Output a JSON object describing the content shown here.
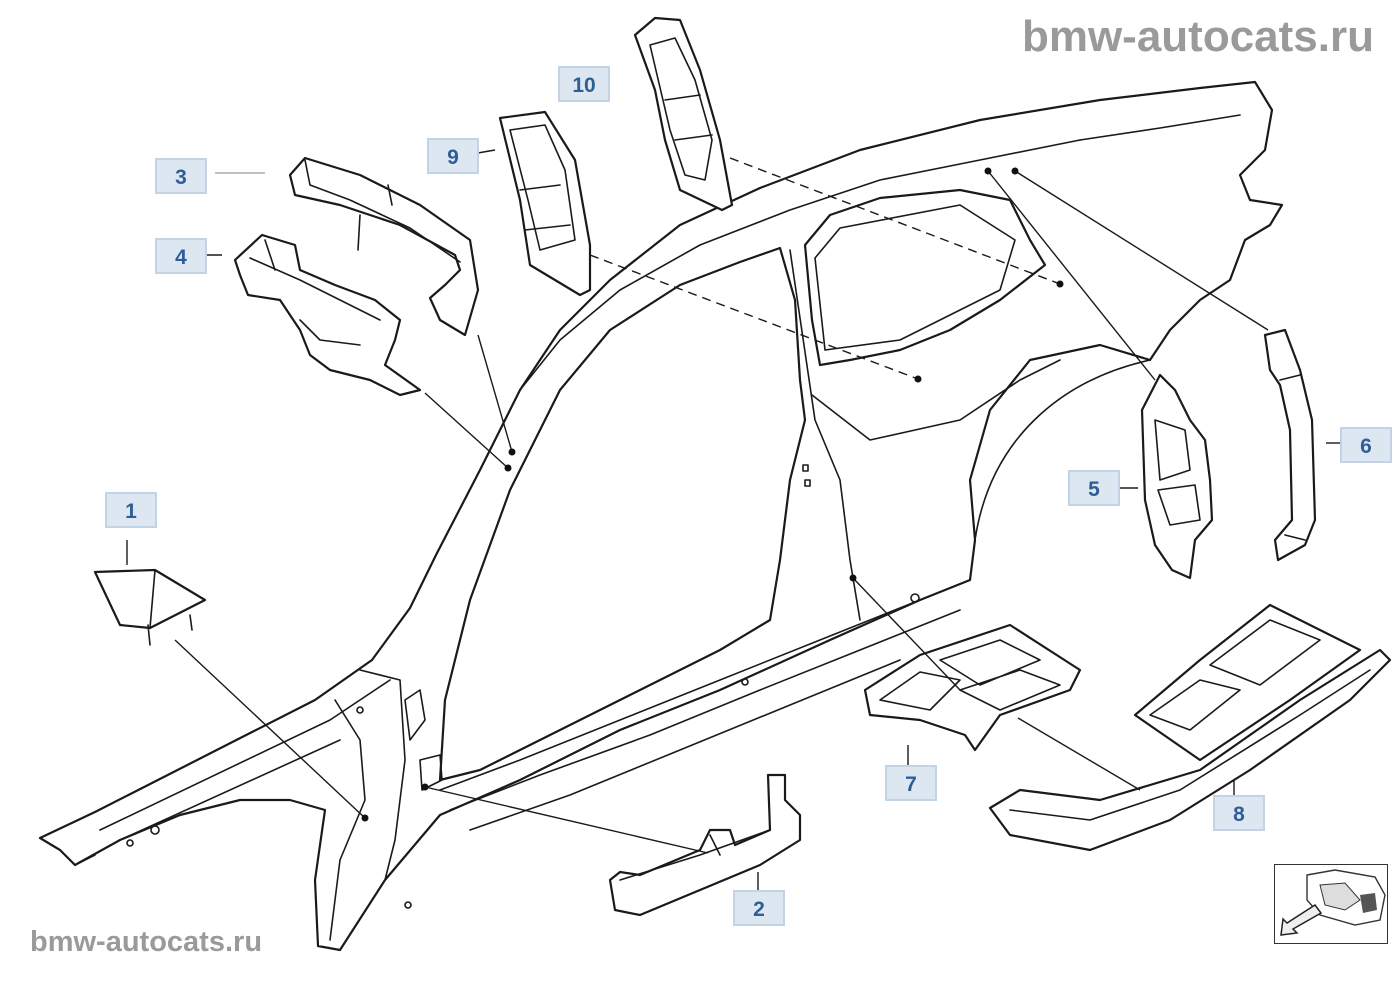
{
  "watermarks": {
    "top": "bmw-autocats.ru",
    "bottom": "bmw-autocats.ru"
  },
  "callouts": [
    {
      "label": "1"
    },
    {
      "label": "2"
    },
    {
      "label": "3"
    },
    {
      "label": "4"
    },
    {
      "label": "5"
    },
    {
      "label": "6"
    },
    {
      "label": "7"
    },
    {
      "label": "8"
    },
    {
      "label": "9"
    },
    {
      "label": "10"
    }
  ],
  "icons": {
    "view_direction": "arrow-view-icon"
  },
  "colors": {
    "callout_bg": "#dde7f2",
    "callout_text": "#2f5e97",
    "watermark": "#9a9a9a",
    "line": "#1a1a1a"
  }
}
